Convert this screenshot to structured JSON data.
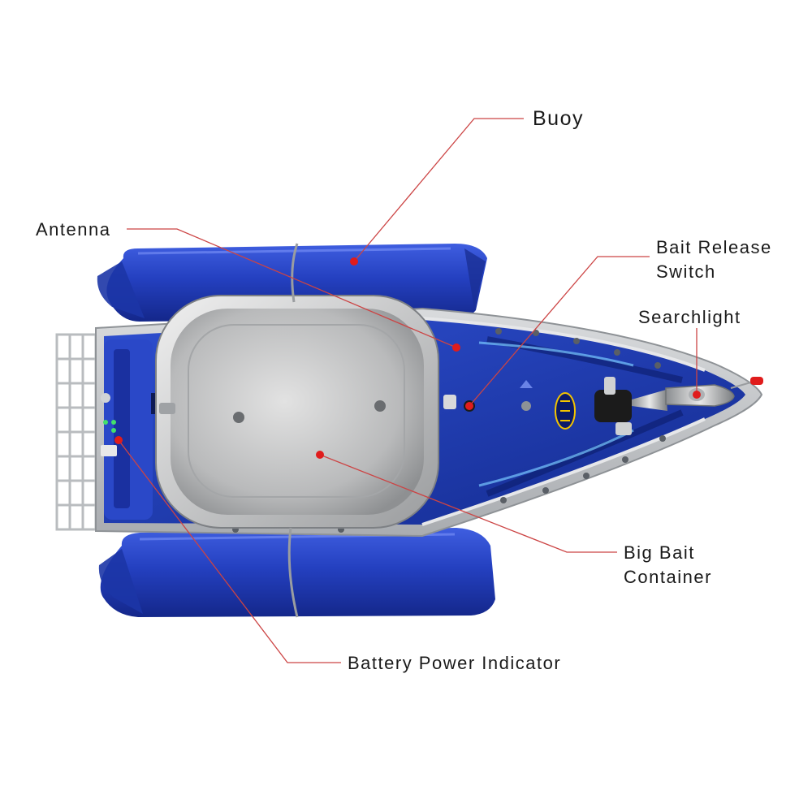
{
  "labels": {
    "buoy": "Buoy",
    "antenna": "Antenna",
    "bait_release_switch_line1": "Bait Release",
    "bait_release_switch_line2": "Switch",
    "searchlight": "Searchlight",
    "big_bait_container_line1": "Big Bait",
    "big_bait_container_line2": "Container",
    "battery_power_indicator": "Battery Power Indicator"
  },
  "colors": {
    "hull_blue": "#1f3aa8",
    "float_blue": "#2a44c4",
    "steel": "#c9cbcd",
    "leader_red": "#e01c1c"
  },
  "illustration": {
    "subject": "rc-bait-boat-top-view"
  }
}
